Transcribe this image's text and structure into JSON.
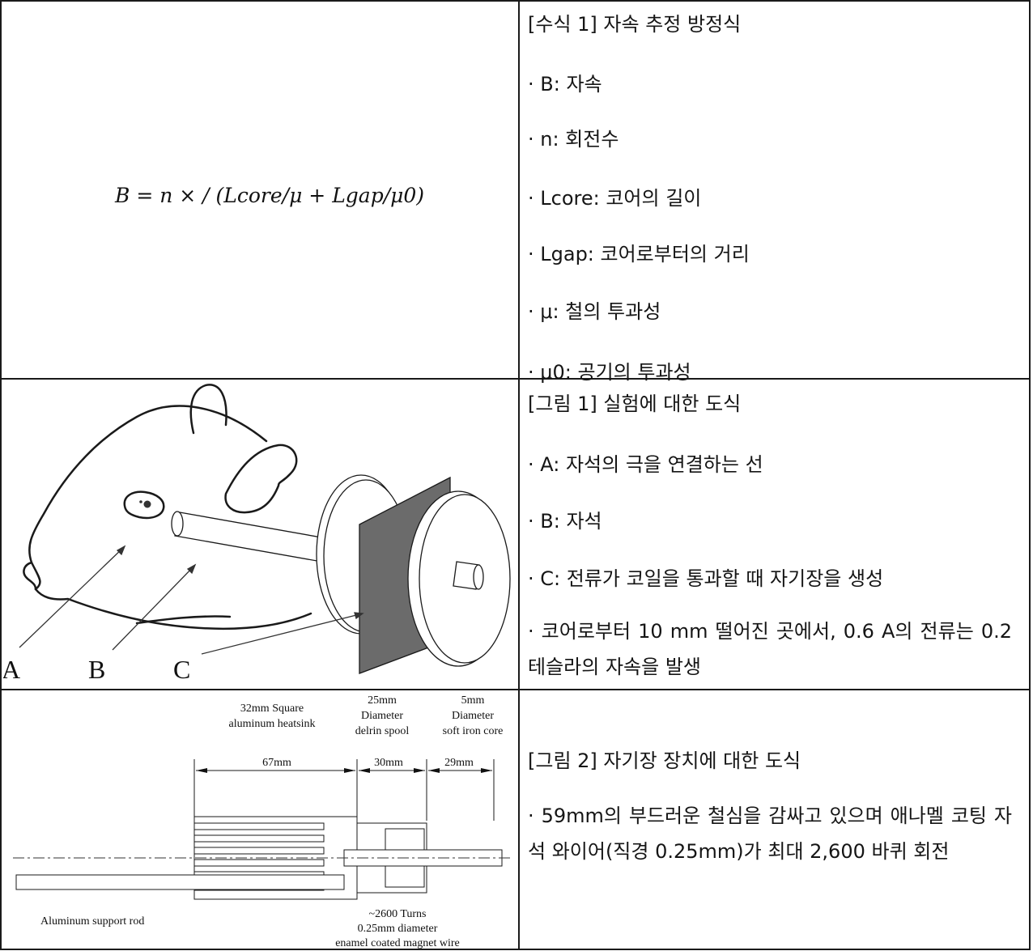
{
  "row1": {
    "formula": "B = n × / (Lcore/μ + Lgap/μ0)",
    "title": "[수식 1] 자속 추정 방정식",
    "items": [
      "· B: 자속",
      "· n: 회전수",
      "· Lcore: 코어의 길이",
      "· Lgap: 코어로부터의 거리",
      "· μ: 철의 투과성",
      "· μ0: 공기의 투과성"
    ]
  },
  "row2": {
    "title": "[그림 1] 실험에 대한 도식",
    "items": [
      "· A: 자석의 극을 연결하는 선",
      "· B: 자석",
      "· C: 전류가 코일을 통과할 때 자기장을 생성"
    ],
    "note": "· 코어로부터 10 mm 떨어진 곳에서, 0.6 A의 전류는 0.2 테슬라의 자속을 발생",
    "figure_labels": {
      "a": "A",
      "b": "B",
      "c": "C"
    }
  },
  "row3": {
    "title": "[그림 2] 자기장 장치에 대한 도식",
    "note": "· 59mm의 부드러운 철심을 감싸고 있으며 애나멜 코팅 자석 와이어(직경 0.25mm)가 최대 2,600 바퀴 회전",
    "figure_labels": {
      "heatsink_1": "32mm Square",
      "heatsink_2": "aluminum heatsink",
      "spool_1": "25mm",
      "spool_2": "Diameter",
      "spool_3": "delrin spool",
      "core_1": "5mm",
      "core_2": "Diameter",
      "core_3": "soft iron core",
      "dim_67": "67mm",
      "dim_30": "30mm",
      "dim_29": "29mm",
      "rod": "Aluminum support rod",
      "turns_1": "~2600 Turns",
      "turns_2": "0.25mm diameter",
      "turns_3": "enamel coated magnet wire"
    }
  }
}
